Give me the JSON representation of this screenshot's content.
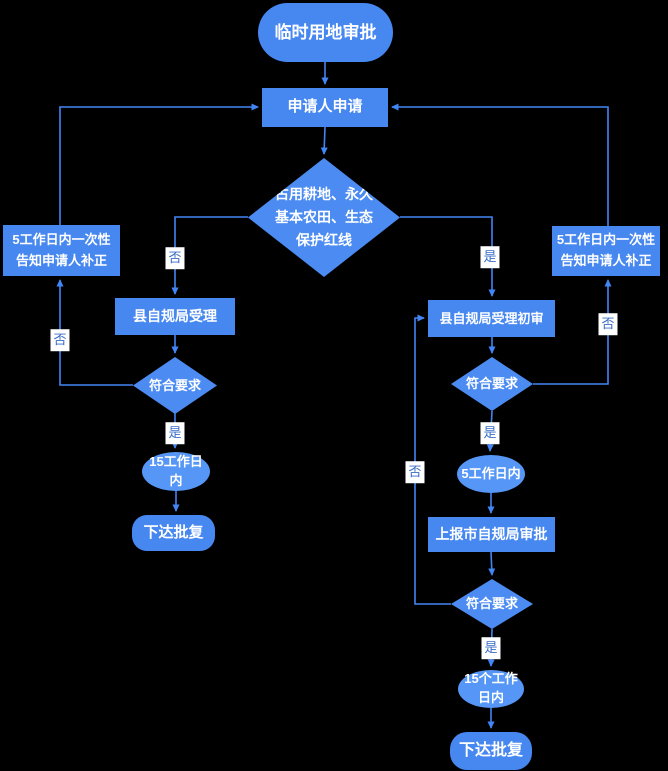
{
  "diagram": {
    "background_color": "#000000",
    "line_color": "#4285f4",
    "node_fill_color": "#4687f0",
    "ellipse_fill_color": "#5596f6",
    "label_text_color": "#3a6cc8"
  },
  "nodes": {
    "start": {
      "label": "临时用地审批"
    },
    "apply": {
      "label": "申请人申请"
    },
    "decision_redline": {
      "label": "占用耕地、永久\n基本农田、生态\n保护红线"
    },
    "notify_left": {
      "label": "5工作日内一次性\n告知申请人补正"
    },
    "notify_right": {
      "label": "5工作日内一次性\n告知申请人补正"
    },
    "county_accept": {
      "label": "县自规局受理"
    },
    "check_left": {
      "label": "符合要求"
    },
    "days15_left": {
      "label": "15工作日\n内"
    },
    "issue_left": {
      "label": "下达批复"
    },
    "county_preliminary": {
      "label": "县自规局受理初审"
    },
    "check_right1": {
      "label": "符合要求"
    },
    "days5": {
      "label": "5工作日内"
    },
    "report_city": {
      "label": "上报市自规局审批"
    },
    "check_right2": {
      "label": "符合要求"
    },
    "days15_right": {
      "label": "15个工作\n日内"
    },
    "issue_right": {
      "label": "下达批复"
    }
  },
  "edge_labels": {
    "no_to_county": "否",
    "yes_to_preliminary": "是",
    "no_check_left": "否",
    "yes_check_left": "是",
    "no_check_right1": "否",
    "yes_check_right1": "是",
    "no_check_right2": "否",
    "yes_check_right2": "是"
  }
}
